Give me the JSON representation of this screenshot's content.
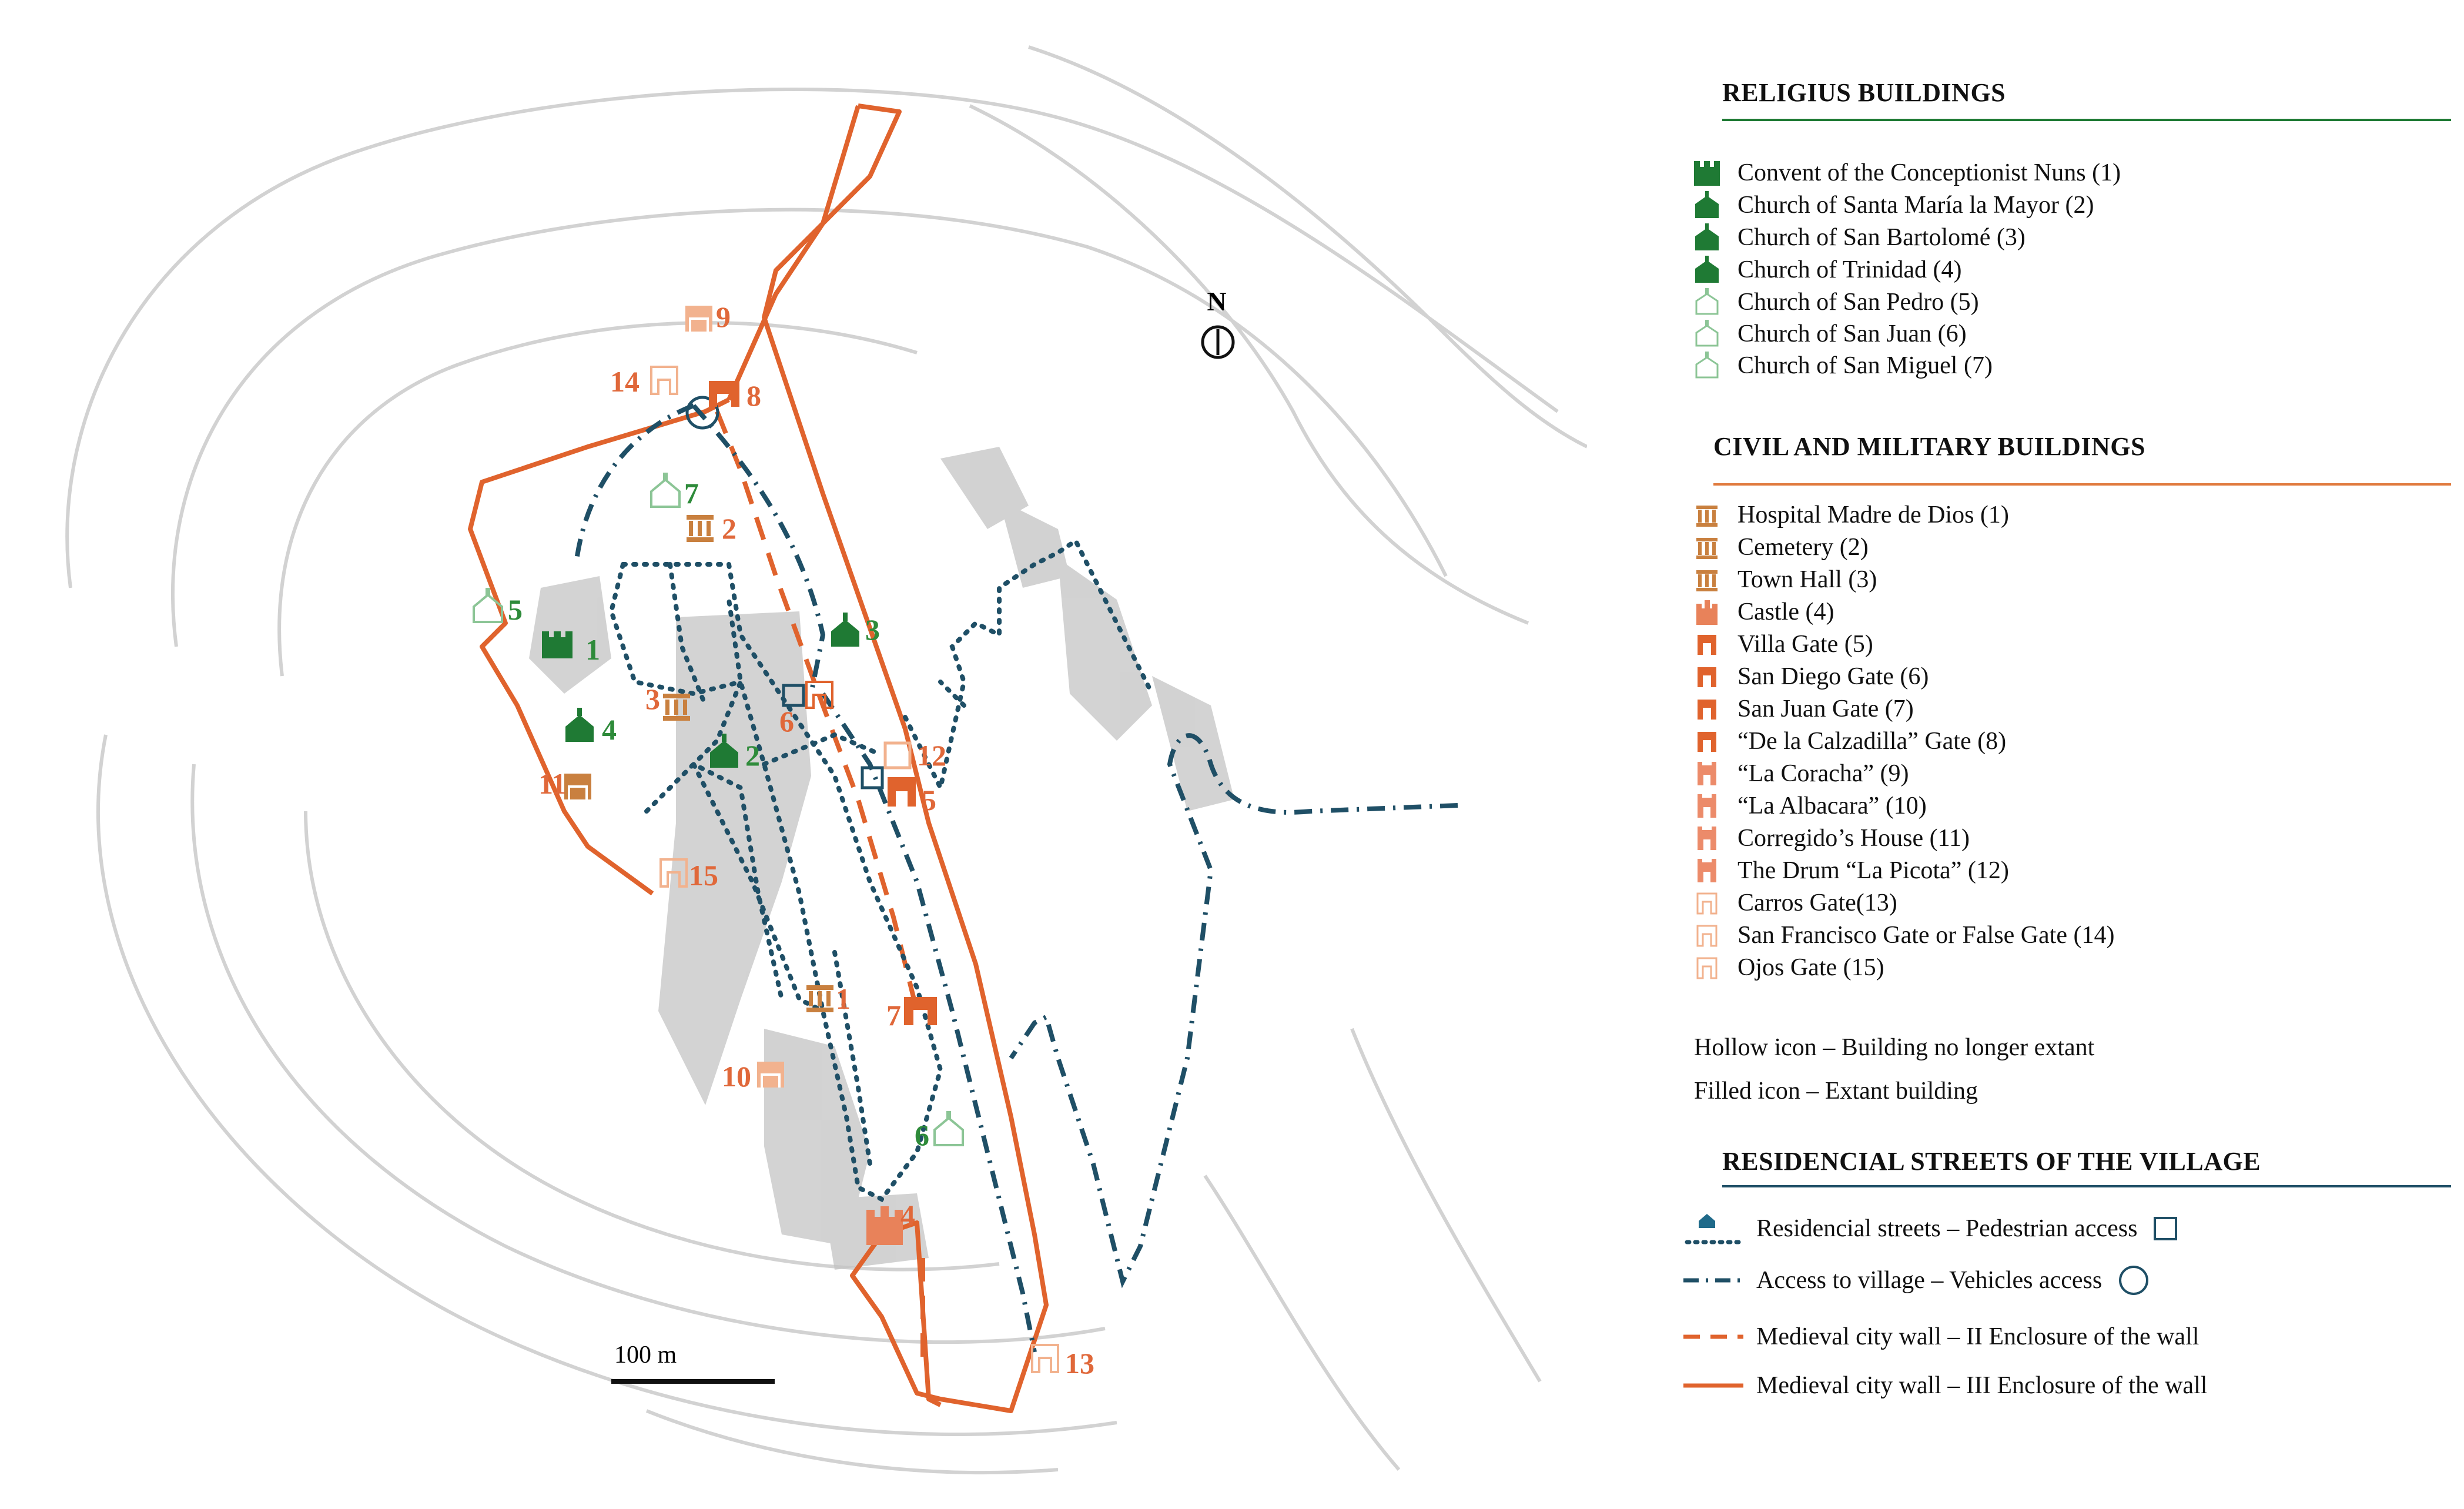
{
  "map": {
    "north_label": "N",
    "scale_label": "100 m",
    "colors": {
      "wall": "#e0632d",
      "street": "#1f4f66",
      "religious": "#1f7a34",
      "religious_hollow": "#8cc596",
      "civil": "#e27a3d",
      "civil_light": "#f2b28e",
      "terrain": "#cfcfcf",
      "built": "#b8b8b8"
    },
    "pins": [
      {
        "num": "1",
        "group": "religious",
        "name": "convent-icon"
      },
      {
        "num": "2",
        "group": "civil",
        "name": "cemetery-icon"
      },
      {
        "num": "2",
        "group": "religious",
        "name": "church-santa-maria-icon"
      },
      {
        "num": "3",
        "group": "religious",
        "name": "church-san-bartolome-icon"
      },
      {
        "num": "3",
        "group": "civil",
        "name": "town-hall-icon"
      },
      {
        "num": "4",
        "group": "religious",
        "name": "church-trinidad-icon"
      },
      {
        "num": "4",
        "group": "civil",
        "name": "castle-icon"
      },
      {
        "num": "5",
        "group": "religious",
        "name": "church-san-pedro-icon"
      },
      {
        "num": "5",
        "group": "civil",
        "name": "villa-gate-icon"
      },
      {
        "num": "6",
        "group": "religious",
        "name": "church-san-juan-icon"
      },
      {
        "num": "6",
        "group": "civil",
        "name": "san-diego-gate-icon"
      },
      {
        "num": "7",
        "group": "religious",
        "name": "church-san-miguel-icon"
      },
      {
        "num": "7",
        "group": "civil",
        "name": "san-juan-gate-icon"
      },
      {
        "num": "8",
        "group": "civil",
        "name": "calzadilla-gate-icon"
      },
      {
        "num": "9",
        "group": "civil",
        "name": "la-coracha-icon"
      },
      {
        "num": "10",
        "group": "civil",
        "name": "la-albacara-icon"
      },
      {
        "num": "11",
        "group": "civil",
        "name": "corregidor-house-icon"
      },
      {
        "num": "12",
        "group": "civil",
        "name": "la-picota-icon"
      },
      {
        "num": "13",
        "group": "civil",
        "name": "carros-gate-icon"
      },
      {
        "num": "14",
        "group": "civil",
        "name": "san-francisco-gate-icon"
      },
      {
        "num": "15",
        "group": "civil",
        "name": "ojos-gate-icon"
      },
      {
        "num": "1",
        "group": "civil",
        "name": "hospital-icon"
      }
    ]
  },
  "legend": {
    "religious": {
      "title": "RELIGIUS BUILDINGS",
      "items": [
        {
          "label": "Convent of the Conceptionist Nuns  (1)",
          "icon": "convent-icon",
          "style": "filled"
        },
        {
          "label": "Church of Santa María la Mayor (2)",
          "icon": "church-icon",
          "style": "filled"
        },
        {
          "label": "Church of San Bartolomé (3)",
          "icon": "church-icon",
          "style": "filled"
        },
        {
          "label": "Church of Trinidad (4)",
          "icon": "church-icon",
          "style": "filled"
        },
        {
          "label": "Church of San Pedro (5)",
          "icon": "church-icon",
          "style": "hollow"
        },
        {
          "label": "Church of San Juan (6)",
          "icon": "church-icon",
          "style": "hollow"
        },
        {
          "label": "Church of San Miguel (7)",
          "icon": "church-icon",
          "style": "hollow"
        }
      ]
    },
    "civil": {
      "title": "CIVIL AND MILITARY BUILDINGS",
      "items": [
        {
          "label": "Hospital Madre de Dios (1)",
          "icon": "columns-icon"
        },
        {
          "label": "Cemetery (2)",
          "icon": "columns-icon"
        },
        {
          "label": "Town Hall (3)",
          "icon": "columns-icon"
        },
        {
          "label": "Castle (4)",
          "icon": "castle-icon"
        },
        {
          "label": "Villa Gate (5)",
          "icon": "gate-icon"
        },
        {
          "label": "San Diego Gate (6)",
          "icon": "gate-icon"
        },
        {
          "label": "San Juan Gate (7)",
          "icon": "gate-icon"
        },
        {
          "label": "“De la Calzadilla” Gate (8)",
          "icon": "gate-icon"
        },
        {
          "label": "“La Coracha” (9)",
          "icon": "tower-icon"
        },
        {
          "label": "“La Albacara” (10)",
          "icon": "tower-icon"
        },
        {
          "label": "Corregido’s House (11)",
          "icon": "tower-icon"
        },
        {
          "label": "The Drum “La Picota” (12)",
          "icon": "tower-icon"
        },
        {
          "label": "Carros Gate(13)",
          "icon": "hollow-gate-icon"
        },
        {
          "label": "San Francisco Gate or False Gate (14)",
          "icon": "hollow-gate-icon"
        },
        {
          "label": "Ojos Gate (15)",
          "icon": "hollow-gate-icon"
        }
      ]
    },
    "notes": {
      "hollow": "Hollow icon – Building no longer extant",
      "filled": "Filled icon – Extant building"
    },
    "streets": {
      "title": "RESIDENCIAL STREETS OF THE VILLAGE",
      "items": [
        {
          "label": "Residencial streets – Pedestrian access",
          "line": "dotted",
          "marker": "square"
        },
        {
          "label": "Access to village – Vehicles access",
          "line": "dash-dot",
          "marker": "circle"
        },
        {
          "label": "Medieval city wall – II Enclosure of the wall",
          "line": "dashed",
          "marker": "none"
        },
        {
          "label": "Medieval city wall – III Enclosure of the wall",
          "line": "solid",
          "marker": "none"
        }
      ]
    }
  }
}
